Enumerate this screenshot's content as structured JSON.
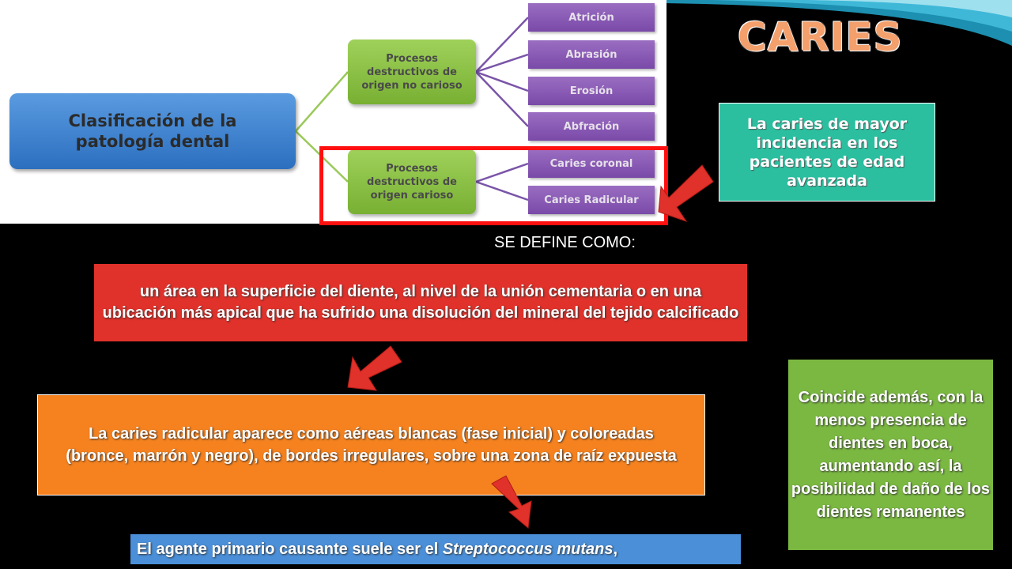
{
  "title": "CARIES",
  "diagram": {
    "root": {
      "line1": "Clasificación de la",
      "line2": "patología dental"
    },
    "branch_no_carioso": {
      "line1": "Procesos",
      "line2": "destructivos de",
      "line3": "origen no carioso",
      "leaves": [
        "Atrición",
        "Abrasión",
        "Erosión",
        "Abfración"
      ]
    },
    "branch_carioso": {
      "line1": "Procesos",
      "line2": "destructivos de",
      "line3": "origen carioso",
      "leaves": [
        "Caries coronal",
        "Caries Radicular"
      ]
    }
  },
  "callout": "La caries de mayor incidencia en los pacientes de edad avanzada",
  "define_label": "SE DEFINE COMO:",
  "definition": "un área en la superficie del diente, al nivel de la unión cementaria o en una ubicación más apical que ha sufrido una disolución del mineral del tejido calcificado",
  "appearance": {
    "line1": "La caries radicular aparece como aéreas blancas (fase inicial) y coloreadas",
    "line2": "(bronce, marrón y negro), de bordes irregulares, sobre una zona de raíz expuesta"
  },
  "agent": {
    "prefix": "El agente primario causante suele ser el ",
    "organism": "Streptococcus mutans",
    "suffix": ","
  },
  "side_note": "Coincide además, con la menos presencia de dientes en boca, aumentando así, la posibilidad de daño de los dientes remanentes",
  "colors": {
    "title": "#f4a06c",
    "teal": "#2bbfa0",
    "red": "#e0312a",
    "orange": "#f5821f",
    "blue": "#4a8fd8",
    "green": "#7bb842",
    "arrow": "#e0312a"
  }
}
